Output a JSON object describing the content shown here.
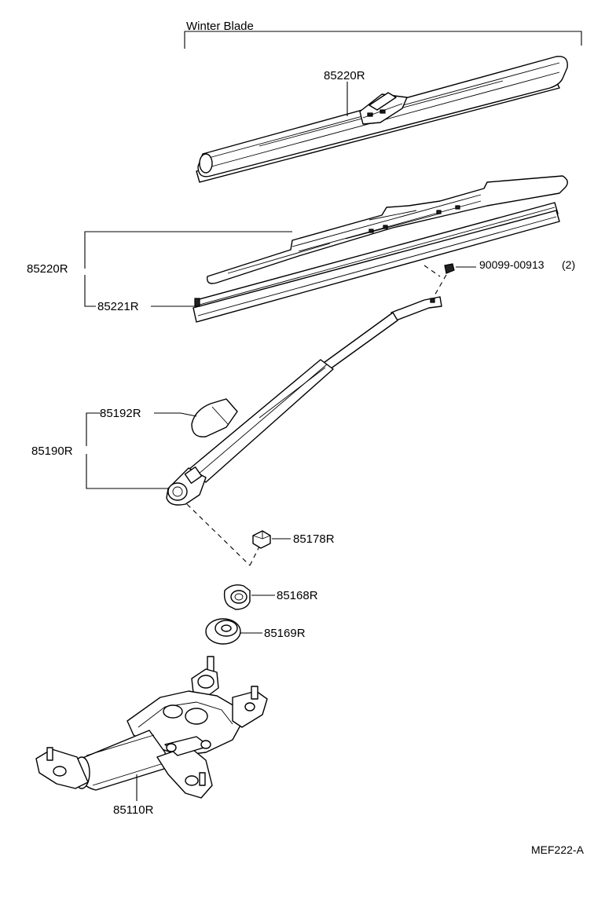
{
  "winter_blade_label": "Winter Blade",
  "parts": {
    "winter_blade": "85220R",
    "blade_assembly": "85220R",
    "blade_rubber": "85221R",
    "screw": "90099-00913",
    "screw_qty": "(2)",
    "head_cover": "85192R",
    "arm": "85190R",
    "nut": "85178R",
    "cap": "85168R",
    "grommet": "85169R",
    "motor": "85110R"
  },
  "diagram_code": "MEF222-A"
}
